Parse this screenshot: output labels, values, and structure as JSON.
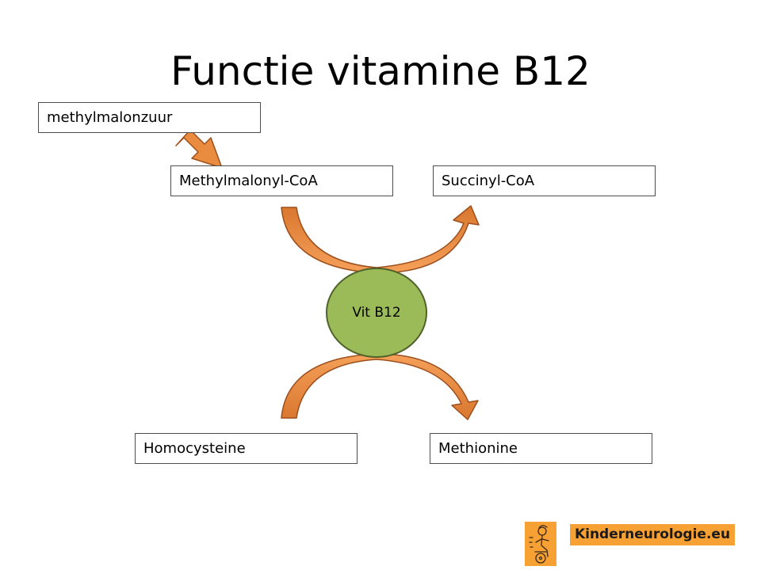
{
  "title": "Functie vitamine B12",
  "nodes": {
    "methylmalonzuur": "methylmalonzuur",
    "methylmalonyl_coa": "Methylmalonyl-CoA",
    "succinyl_coa": "Succinyl-CoA",
    "homocysteine": "Homocysteine",
    "methionine": "Methionine",
    "vit_b12": "Vit B12"
  },
  "colors": {
    "arrow_fill": "#e07b39",
    "arrow_fill_light": "#f5a05a",
    "arrow_stroke": "#9c4f1c",
    "vit_fill": "#9bbb59",
    "vit_stroke": "#4f6228"
  },
  "brand": {
    "name": "Kinderneurologie.eu",
    "color": "#f7a033"
  }
}
